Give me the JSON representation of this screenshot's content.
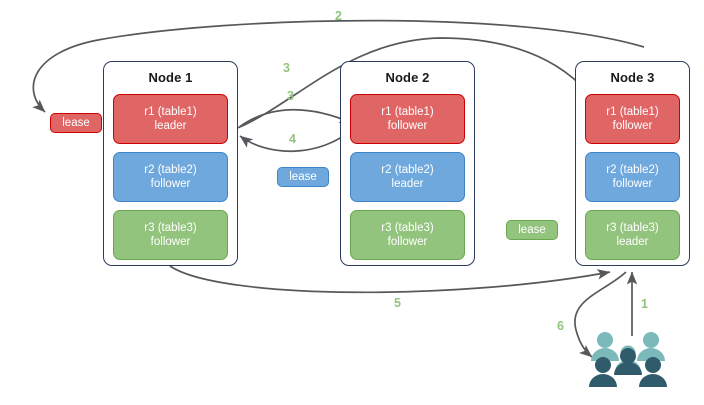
{
  "diagram": {
    "title": "Raft lease / replica routing diagram",
    "colors": {
      "red": "#e06666",
      "red_border": "#cc0000",
      "blue": "#6fa8dc",
      "blue_border": "#3d85c6",
      "green": "#93c47d",
      "green_border": "#6aa84f",
      "node_border": "#2c3c5a",
      "arrow": "#56585b",
      "step_label": "#93c47d",
      "users_light": "#76b5b5",
      "users_dark": "#2f5b६b"
    }
  },
  "nodes": [
    {
      "title": "Node 1",
      "replicas": [
        {
          "name": "r1 (table1)",
          "role": "leader",
          "color": "red"
        },
        {
          "name": "r2 (table2)",
          "role": "follower",
          "color": "blue"
        },
        {
          "name": "r3 (table3)",
          "role": "follower",
          "color": "green"
        }
      ]
    },
    {
      "title": "Node 2",
      "replicas": [
        {
          "name": "r1 (table1)",
          "role": "follower",
          "color": "red"
        },
        {
          "name": "r2 (table2)",
          "role": "leader",
          "color": "blue"
        },
        {
          "name": "r3 (table3)",
          "role": "follower",
          "color": "green"
        }
      ]
    },
    {
      "title": "Node 3",
      "replicas": [
        {
          "name": "r1 (table1)",
          "role": "follower",
          "color": "red"
        },
        {
          "name": "r2 (table2)",
          "role": "follower",
          "color": "blue"
        },
        {
          "name": "r3 (table3)",
          "role": "leader",
          "color": "green"
        }
      ]
    }
  ],
  "leases": [
    {
      "label": "lease",
      "color": "red"
    },
    {
      "label": "lease",
      "color": "blue"
    },
    {
      "label": "lease",
      "color": "green"
    }
  ],
  "steps": [
    {
      "id": "1",
      "label": "1"
    },
    {
      "id": "2",
      "label": "2"
    },
    {
      "id": "3a",
      "label": "3"
    },
    {
      "id": "3b",
      "label": "3"
    },
    {
      "id": "4",
      "label": "4"
    },
    {
      "id": "5",
      "label": "5"
    },
    {
      "id": "6",
      "label": "6"
    }
  ],
  "client": {
    "icon": "users-icon"
  }
}
